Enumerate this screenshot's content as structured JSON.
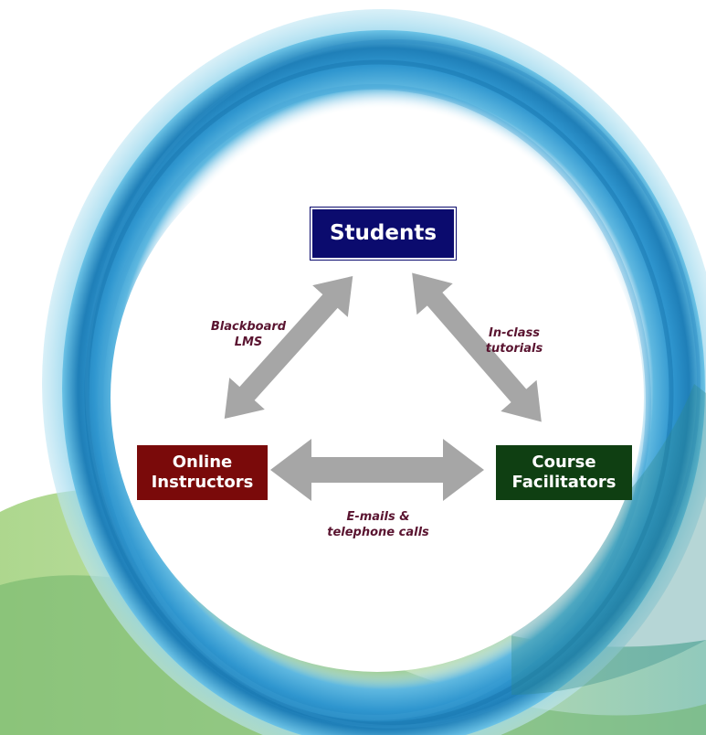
{
  "colors": {
    "students_box": "#0b0b6e",
    "instructors_box": "#7a0a0a",
    "facilitators_box": "#0f3f12",
    "arrow": "#a6a6a6",
    "label_text": "#5a1430",
    "watercolor_blue": "#3aa0d8",
    "watercolor_green": "#8cc56a"
  },
  "nodes": {
    "students": {
      "label": "Students"
    },
    "instructors": {
      "line1": "Online",
      "line2": "Instructors"
    },
    "facilitators": {
      "line1": "Course",
      "line2": "Facilitators"
    }
  },
  "edges": {
    "students_instructors": {
      "line1": "Blackboard",
      "line2": "LMS"
    },
    "students_facilitators": {
      "line1": "In-class",
      "line2": "tutorials"
    },
    "instructors_facilitators": {
      "line1": "E-mails &",
      "line2": "telephone calls"
    }
  }
}
